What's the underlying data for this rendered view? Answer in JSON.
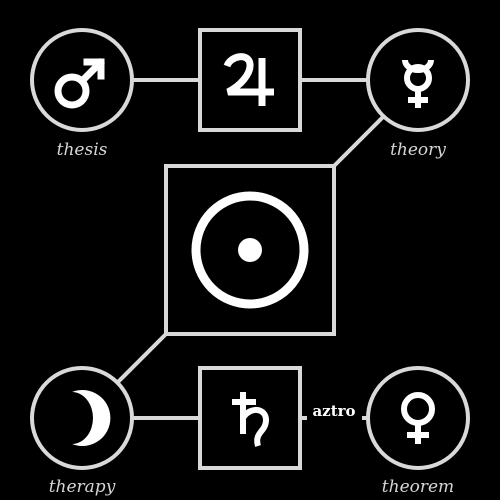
{
  "diagram": {
    "nodes": {
      "mars": {
        "symbol": "mars-symbol",
        "label": "thesis"
      },
      "jupiter": {
        "symbol": "jupiter-symbol",
        "label": ""
      },
      "mercury": {
        "symbol": "mercury-symbol",
        "label": "theory"
      },
      "sun": {
        "symbol": "sun-symbol",
        "label": ""
      },
      "moon": {
        "symbol": "crescent-moon-symbol",
        "label": "therapy"
      },
      "saturn": {
        "symbol": "saturn-symbol",
        "label": ""
      },
      "venus": {
        "symbol": "venus-symbol",
        "label": "theorem"
      }
    },
    "brand": "aztro",
    "colors": {
      "background": "#000000",
      "stroke": "#d9d9d9",
      "symbol": "#ffffff",
      "label": "#d6d6d6"
    }
  }
}
